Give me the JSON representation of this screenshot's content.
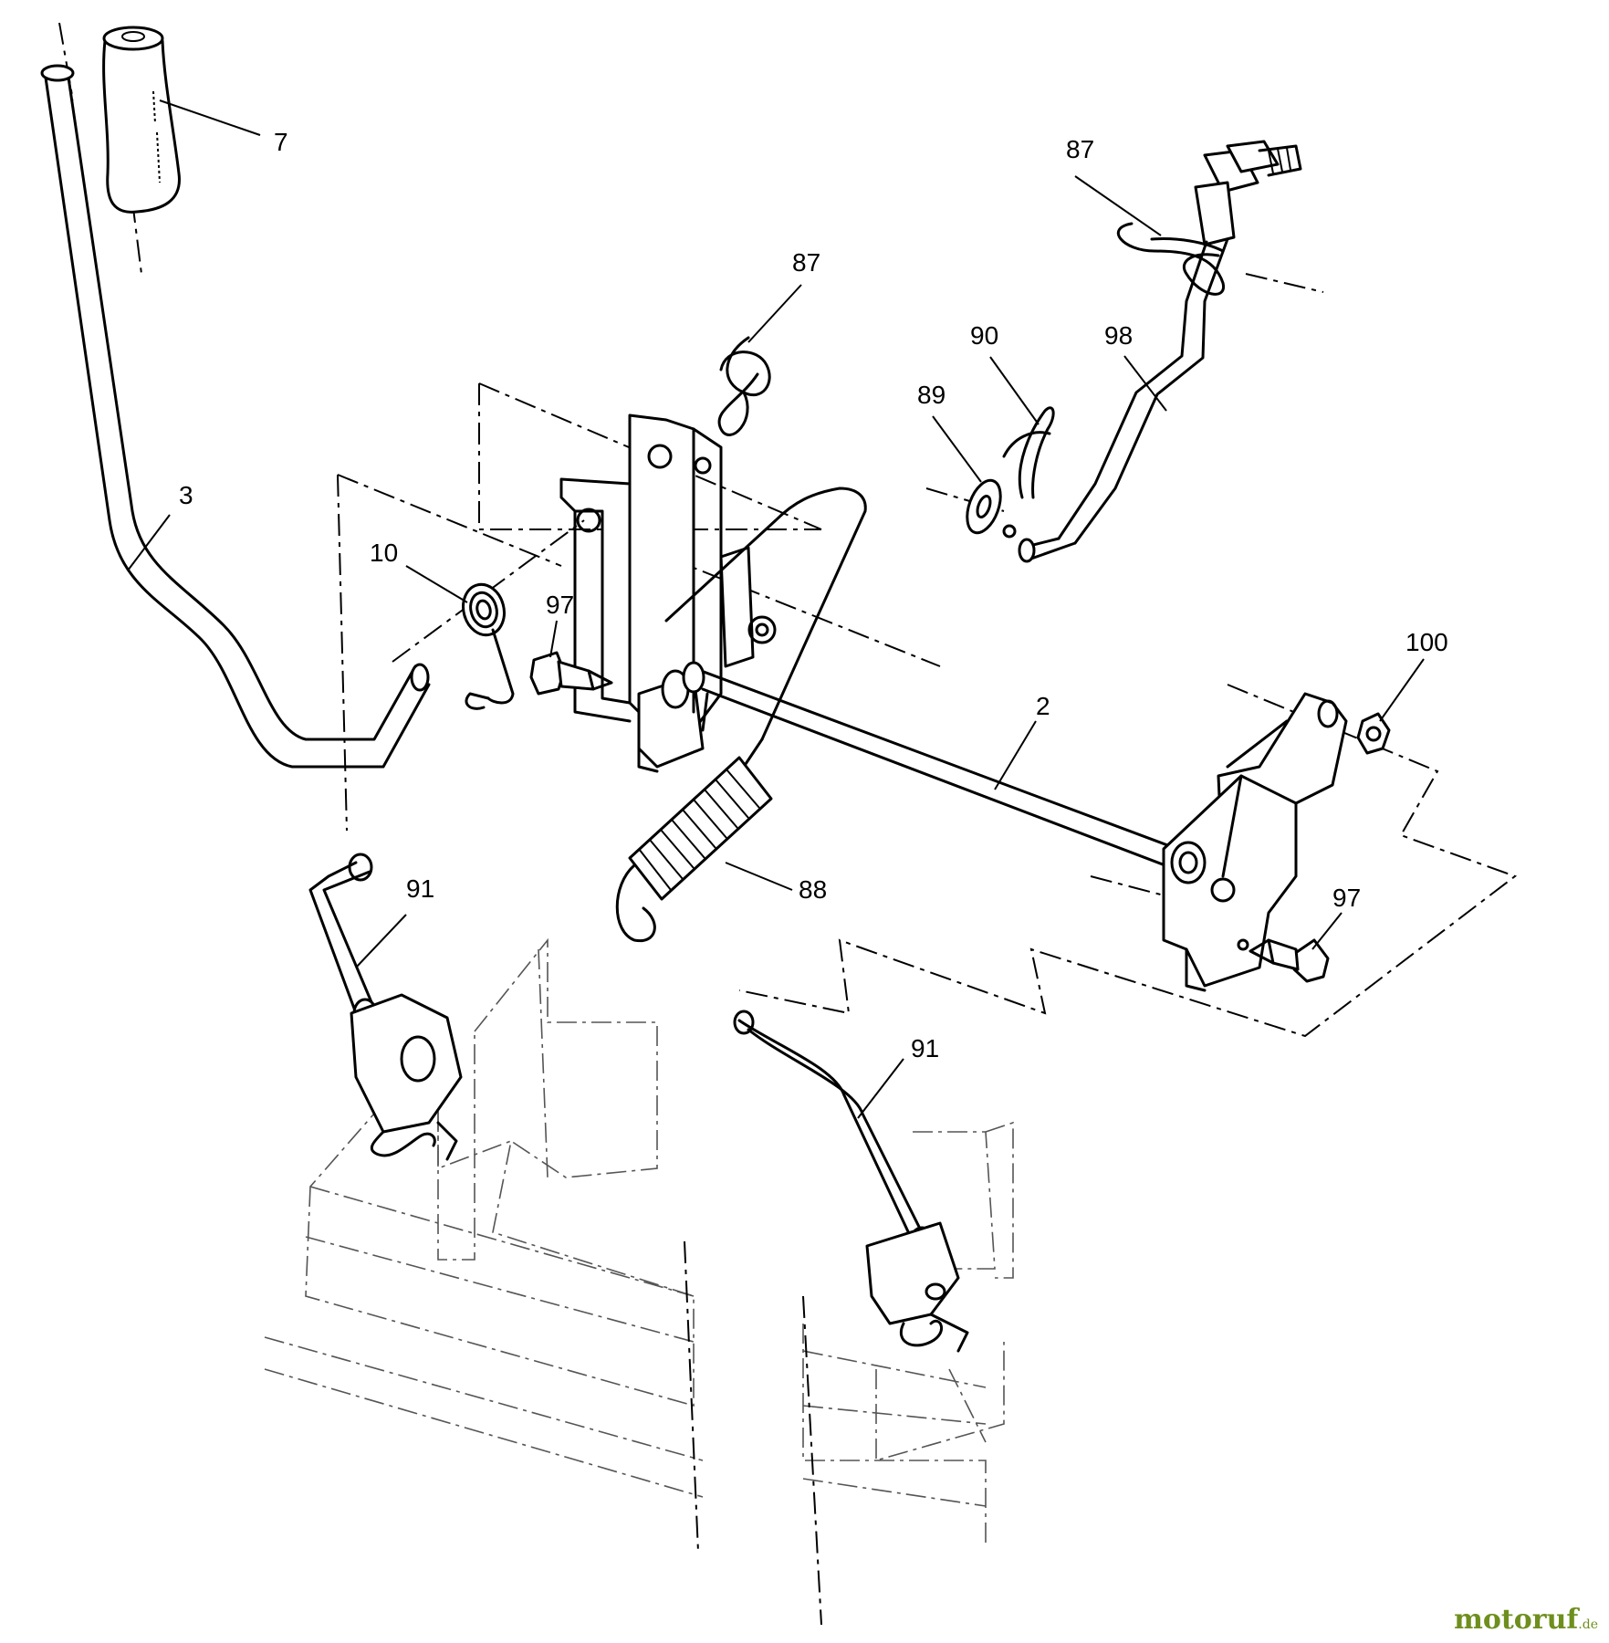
{
  "diagram": {
    "part_labels": {
      "p7": "7",
      "p87_top": "87",
      "p87_mid": "87",
      "p90": "90",
      "p98": "98",
      "p89": "89",
      "p3": "3",
      "p10": "10",
      "p97_left": "97",
      "p100": "100",
      "p2": "2",
      "p91_left": "91",
      "p88": "88",
      "p97_right": "97",
      "p91_right": "91"
    }
  },
  "watermark": {
    "brand": "motoruf",
    "tld": ".de"
  }
}
